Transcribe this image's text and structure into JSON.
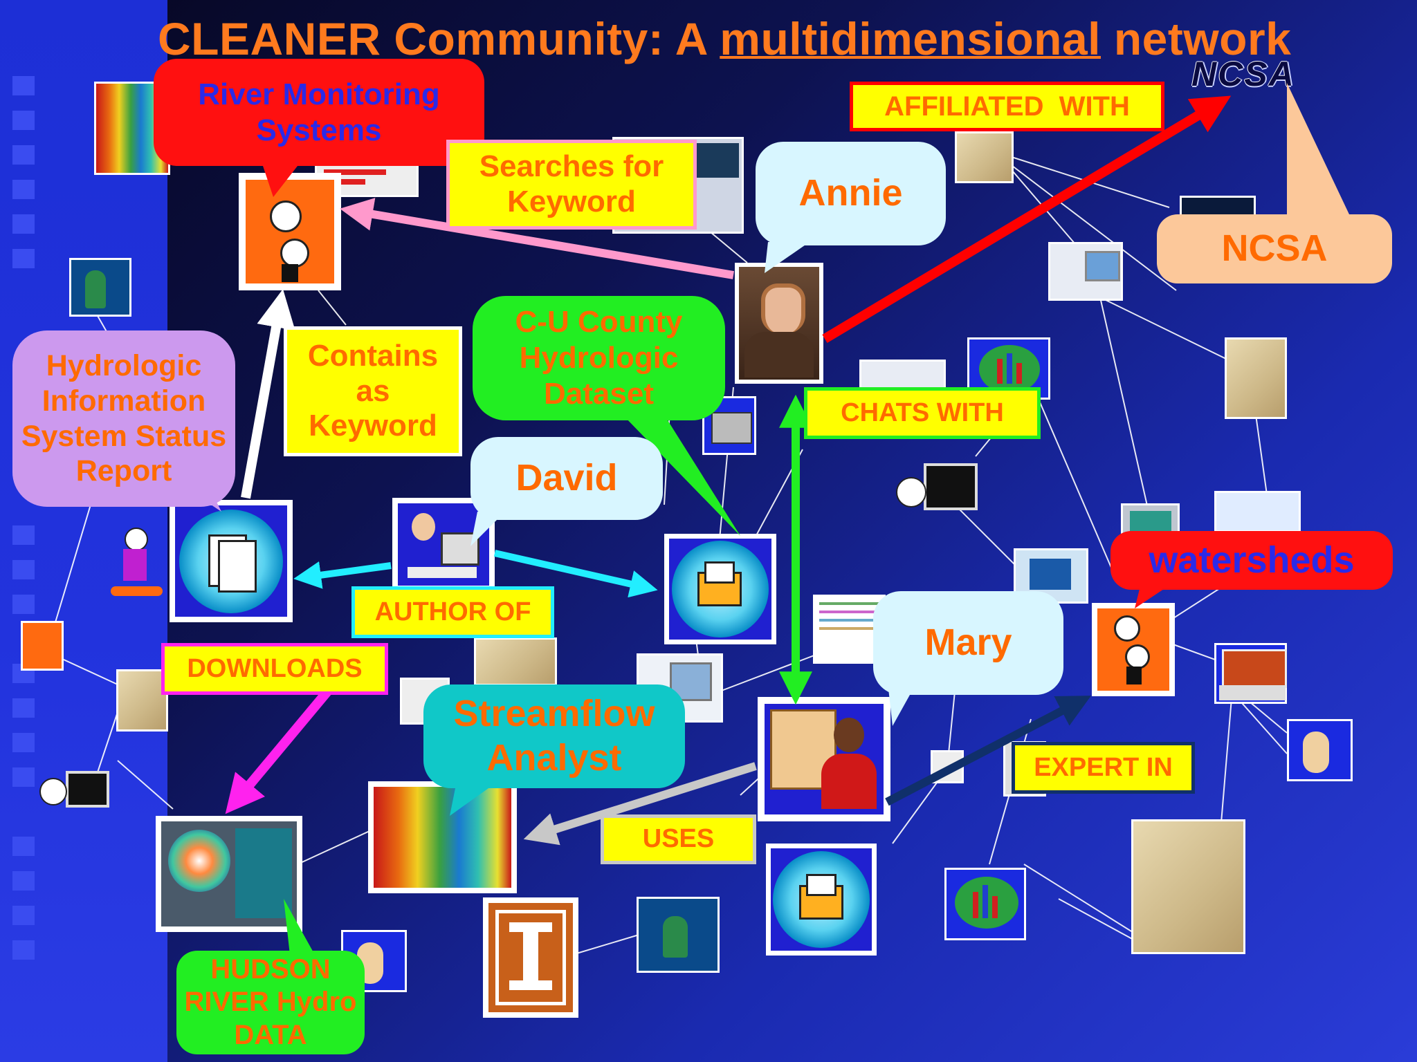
{
  "title": {
    "prefix": "CLEANER Community: A ",
    "emph": "multidimensional",
    "suffix": " network"
  },
  "logo_text": "NCSA",
  "labels": {
    "affiliated": "AFFILIATED  WITH",
    "searches": "Searches for Keyword",
    "contains": "Contains as Keyword",
    "chats": "CHATS WITH",
    "author": "AUTHOR OF",
    "downloads": "DOWNLOADS",
    "expert": "EXPERT IN",
    "uses": "USES"
  },
  "bubbles": {
    "river": "River Monitoring Systems",
    "annie": "Annie",
    "ncsa": "NCSA",
    "hydrologic": "Hydrologic Information System Status Report",
    "cu_county": "C-U County Hydrologic Dataset",
    "david": "David",
    "watersheds": "watersheds",
    "mary": "Mary",
    "streamflow": "Streamflow Analyst",
    "hudson": "HUDSON RIVER  Hydro DATA"
  },
  "colors": {
    "title": "#ff7a1e",
    "label_fill": "#ffff00",
    "label_text": "#ff6a00",
    "bubble_cyan": "#d8f6ff",
    "bubble_green": "#22ee22",
    "bubble_red": "#ff1010",
    "bubble_purple": "#cc99ee",
    "bubble_peach": "#fcc89a",
    "bubble_teal": "#10c8c8",
    "arrow_red": "#ff0000",
    "arrow_pink": "#ff99cc",
    "arrow_white": "#ffffff",
    "arrow_green": "#22ee22",
    "arrow_cyan": "#22eeff",
    "arrow_magenta": "#ff22ee",
    "arrow_gray": "#c8c8c8",
    "arrow_navy": "#10306a"
  }
}
